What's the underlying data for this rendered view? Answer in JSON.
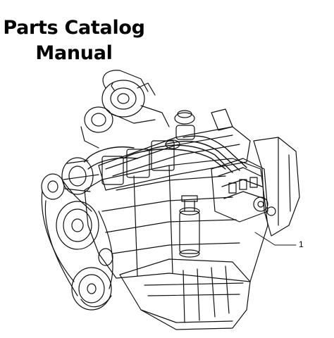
{
  "document": {
    "title_line1": "Parts Catalog",
    "title_line2": "Manual"
  },
  "illustration": {
    "callout_number": "1"
  }
}
